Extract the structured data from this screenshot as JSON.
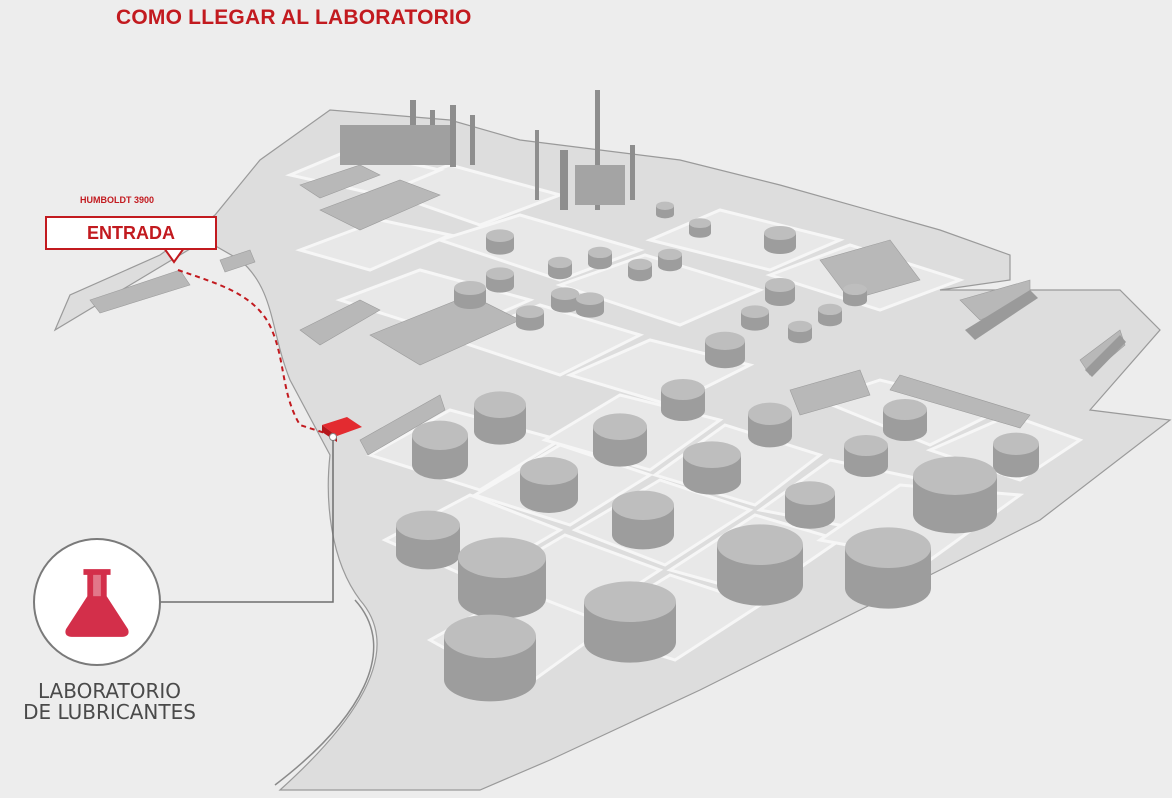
{
  "title": "COMO LLEGAR AL LABORATORIO",
  "address_label": "HUMBOLDT 3900",
  "entrance_label": "ENTRADA",
  "lab_label": {
    "line1": "LABORATORIO",
    "line2": "DE LUBRICANTES"
  },
  "icons": {
    "lab": "flask-icon",
    "entrance": "callout-marker",
    "route": "dashed-route-line"
  },
  "colors": {
    "accent": "#c21a1f",
    "flask": "#d32f4a",
    "ground": "#dcdcdc",
    "block": "#e6e6e6",
    "tank": "#a9a9a9",
    "tank_top": "#bdbdbd",
    "background": "#ededed"
  }
}
